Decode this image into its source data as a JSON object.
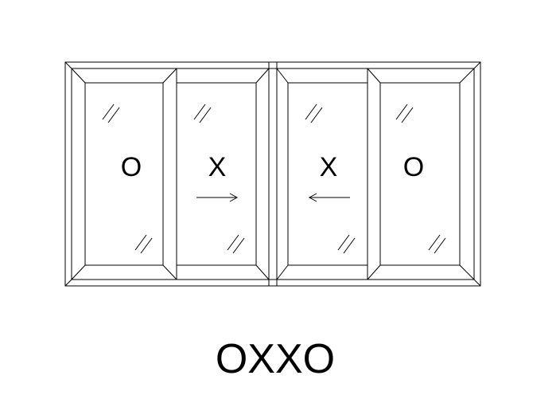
{
  "diagram": {
    "configuration_label": "OXXO",
    "panels": [
      {
        "operation": "O",
        "slide_direction": "none"
      },
      {
        "operation": "X",
        "slide_direction": "right"
      },
      {
        "operation": "X",
        "slide_direction": "left"
      },
      {
        "operation": "O",
        "slide_direction": "none"
      }
    ],
    "glass_mark_symbol": "glass-hatch-icon",
    "line_color": "#000000",
    "background_color": "#ffffff"
  }
}
